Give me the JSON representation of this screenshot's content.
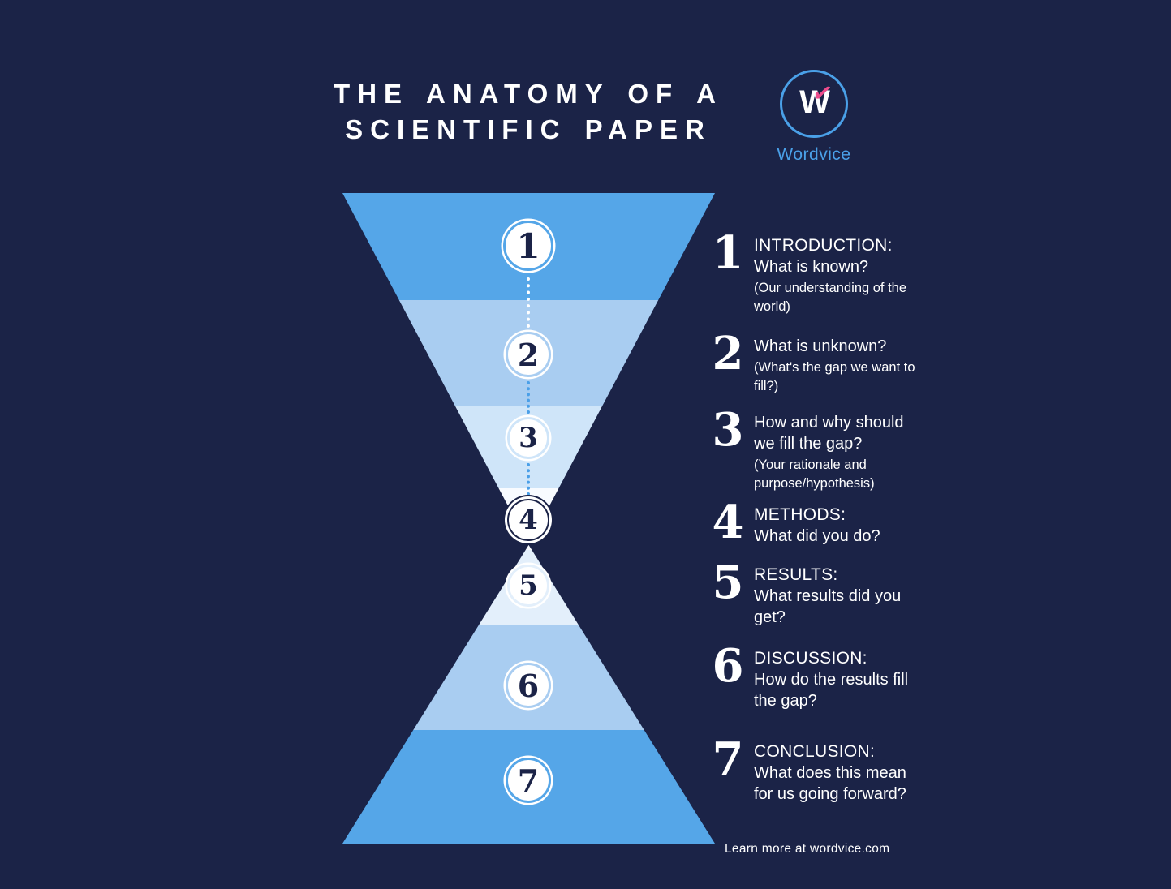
{
  "header": {
    "title_line1": "THE ANATOMY OF A",
    "title_line2": "SCIENTIFIC PAPER"
  },
  "logo": {
    "monogram": "W",
    "check": "✓",
    "brand": "Wordvice"
  },
  "funnel": {
    "steps": [
      {
        "number": "1"
      },
      {
        "number": "2"
      },
      {
        "number": "3"
      },
      {
        "number": "4"
      },
      {
        "number": "5"
      },
      {
        "number": "6"
      },
      {
        "number": "7"
      }
    ]
  },
  "items": [
    {
      "number": "1",
      "heading": "INTRODUCTION:",
      "body": "What is known?",
      "note": "(Our understanding of the world)"
    },
    {
      "number": "2",
      "heading": "",
      "body": "What is unknown?",
      "note": "(What's the gap we want to fill?)"
    },
    {
      "number": "3",
      "heading": "",
      "body": "How and why should we fill the gap?",
      "note": "(Your rationale and purpose/hypothesis)"
    },
    {
      "number": "4",
      "heading": "METHODS:",
      "body": "What did you do?",
      "note": ""
    },
    {
      "number": "5",
      "heading": "RESULTS:",
      "body": "What results did you get?",
      "note": ""
    },
    {
      "number": "6",
      "heading": "DISCUSSION:",
      "body": "How do the results fill the gap?",
      "note": ""
    },
    {
      "number": "7",
      "heading": "CONCLUSION:",
      "body": "What does this mean for us going forward?",
      "note": ""
    }
  ],
  "footer": {
    "text": "Learn more at  wordvice.com"
  },
  "colors": {
    "background": "#1b2347",
    "band1": "#55a6e8",
    "band2": "#a9cdf1",
    "band3": "#cfe5f9",
    "band4": "#f8fbff",
    "band5": "#e3effb",
    "band6": "#a9cdf1",
    "band7": "#55a6e8",
    "accent_blue": "#4a9fe8",
    "navy": "#1b2347",
    "pink": "#ed4c8c",
    "text": "#ffffff"
  }
}
